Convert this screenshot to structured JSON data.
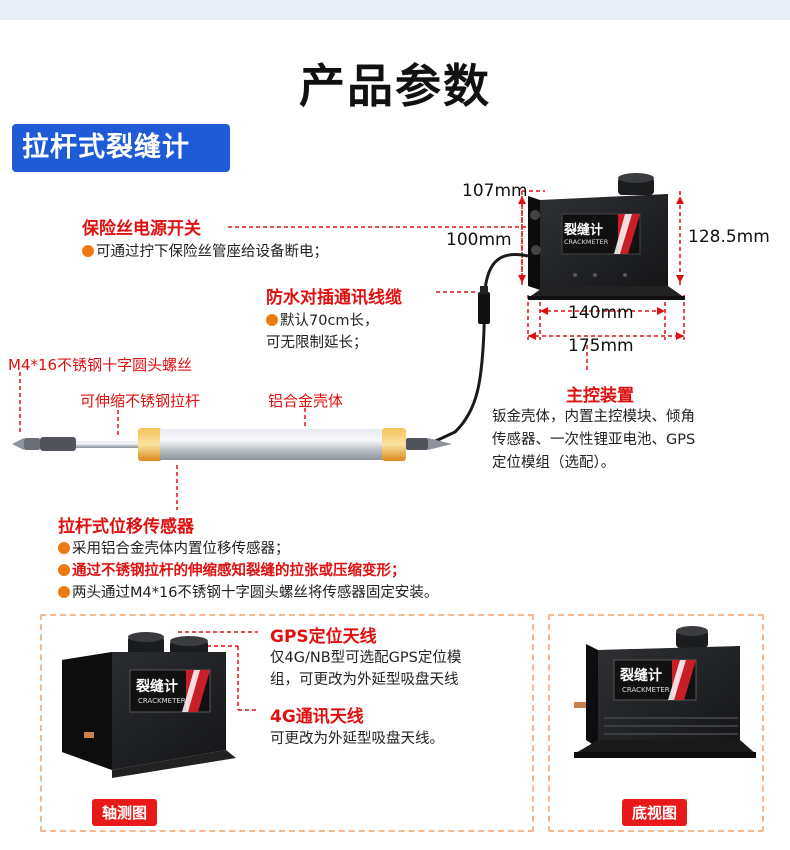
{
  "page_title": "产品参数",
  "section_tag": "拉杆式裂缝计",
  "dims": {
    "d107": "107mm",
    "d100": "100mm",
    "d128": "128.5mm",
    "d140": "140mm",
    "d175": "175mm"
  },
  "fuse_switch": {
    "title": "保险丝电源开关",
    "desc": "可通过拧下保险丝管座给设备断电；"
  },
  "cable": {
    "title": "防水对插通讯线缆",
    "line1": "默认70cm长，",
    "line2": "可无限制延长；"
  },
  "screw_label": "M4*16不锈钢十字圆头螺丝",
  "rod_label": "可伸缩不锈钢拉杆",
  "shell_label": "铝合金壳体",
  "main_unit": {
    "title": "主控装置",
    "line1": "钣金壳体，内置主控模块、倾角",
    "line2": "传感器、一次性锂亚电池、GPS",
    "line3": "定位模组（选配）。"
  },
  "sensor": {
    "title": "拉杆式位移传感器",
    "items": [
      "采用铝合金壳体内置位移传感器；",
      "通过不锈钢拉杆的伸缩感知裂缝的拉张或压缩变形；",
      "两头通过M4*16不锈钢十字圆头螺丝将传感器固定安装。"
    ]
  },
  "gps": {
    "title": "GPS定位天线",
    "line1": "仅4G/NB型可选配GPS定位模",
    "line2": "组，可更改为外延型吸盘天线"
  },
  "antenna_4g": {
    "title": "4G通讯天线",
    "desc": "可更改为外延型吸盘天线。"
  },
  "device_label_cn": "裂缝计",
  "device_label_en": "CRACKMETER",
  "view_iso": "轴测图",
  "view_bottom": "底视图",
  "colors": {
    "accent_blue": "#1f5bd6",
    "accent_red": "#e01010",
    "bullet_orange": "#f07a12",
    "panel_border": "#f3b98e"
  }
}
